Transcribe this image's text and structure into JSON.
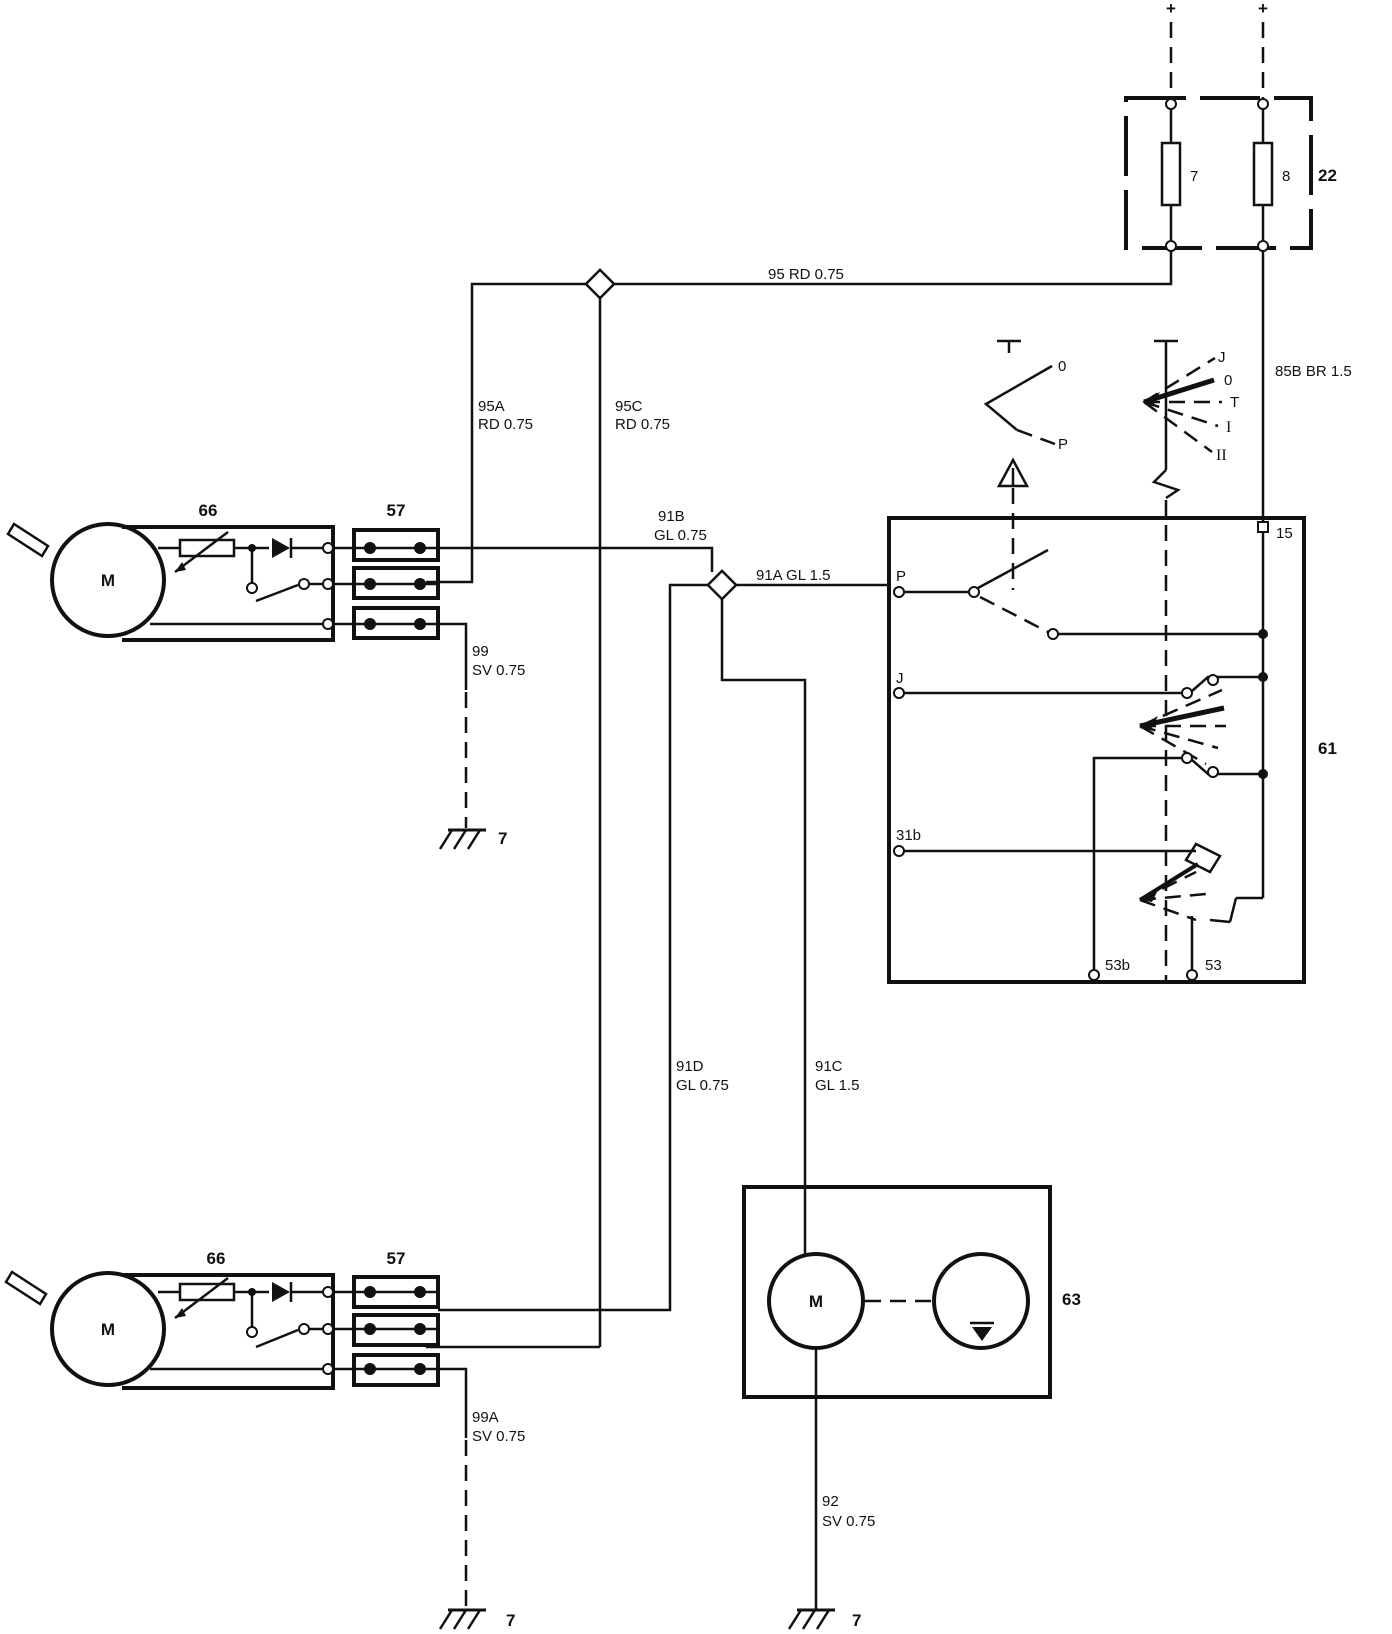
{
  "supply": {
    "plus_left": "+",
    "plus_right": "+"
  },
  "fuse_box": {
    "id": "22",
    "fuse_left": "7",
    "fuse_right": "8"
  },
  "components": {
    "wiper_motor_top": {
      "id": "66",
      "motor": "M"
    },
    "wiper_motor_bottom": {
      "id": "66",
      "motor": "M"
    },
    "connector_top": {
      "id": "57"
    },
    "connector_bottom": {
      "id": "57"
    },
    "switch": {
      "id": "61"
    },
    "washer_pump": {
      "id": "63",
      "motor": "M"
    }
  },
  "wires": {
    "w95": "95 RD 0.75",
    "w95a_num": "95A",
    "w95a_spec": "RD 0.75",
    "w95c_num": "95C",
    "w95c_spec": "RD 0.75",
    "w85b": "85B BR 1.5",
    "w91b_num": "91B",
    "w91b_spec": "GL 0.75",
    "w91a": "91A GL 1.5",
    "w99_num": "99",
    "w99_spec": "SV 0.75",
    "w91d_num": "91D",
    "w91d_spec": "GL 0.75",
    "w91c_num": "91C",
    "w91c_spec": "GL 1.5",
    "w99a_num": "99A",
    "w99a_spec": "SV 0.75",
    "w92_num": "92",
    "w92_spec": "SV 0.75"
  },
  "switch_terminals": {
    "p": "P",
    "j": "J",
    "t31b": "31b",
    "t53b": "53b",
    "t53": "53",
    "t15": "15"
  },
  "switch_positions": {
    "lever_0": "0",
    "lever_p": "P",
    "pos_j": "J",
    "pos_0": "0",
    "pos_t": "T",
    "pos_i": "I",
    "pos_ii": "II"
  },
  "ground": {
    "g1": "7",
    "g2": "7",
    "g3": "7"
  }
}
